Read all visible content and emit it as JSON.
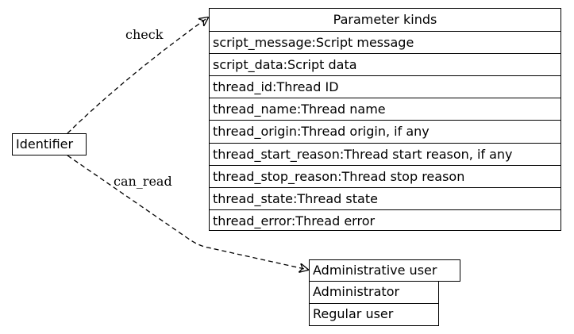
{
  "identifier": {
    "label": "Identifier"
  },
  "parameter_kinds": {
    "title": "Parameter kinds",
    "items": [
      "script_message:Script message",
      "script_data:Script data",
      "thread_id:Thread ID",
      "thread_name:Thread name",
      "thread_origin:Thread origin, if any",
      "thread_start_reason:Thread start reason, if any",
      "thread_stop_reason:Thread stop reason",
      "thread_state:Thread state",
      "thread_error:Thread error"
    ]
  },
  "users": {
    "title": "Administrative user",
    "items": [
      "Administrator",
      "Regular user"
    ]
  },
  "edges": {
    "check": "check",
    "can_read": "can_read"
  }
}
